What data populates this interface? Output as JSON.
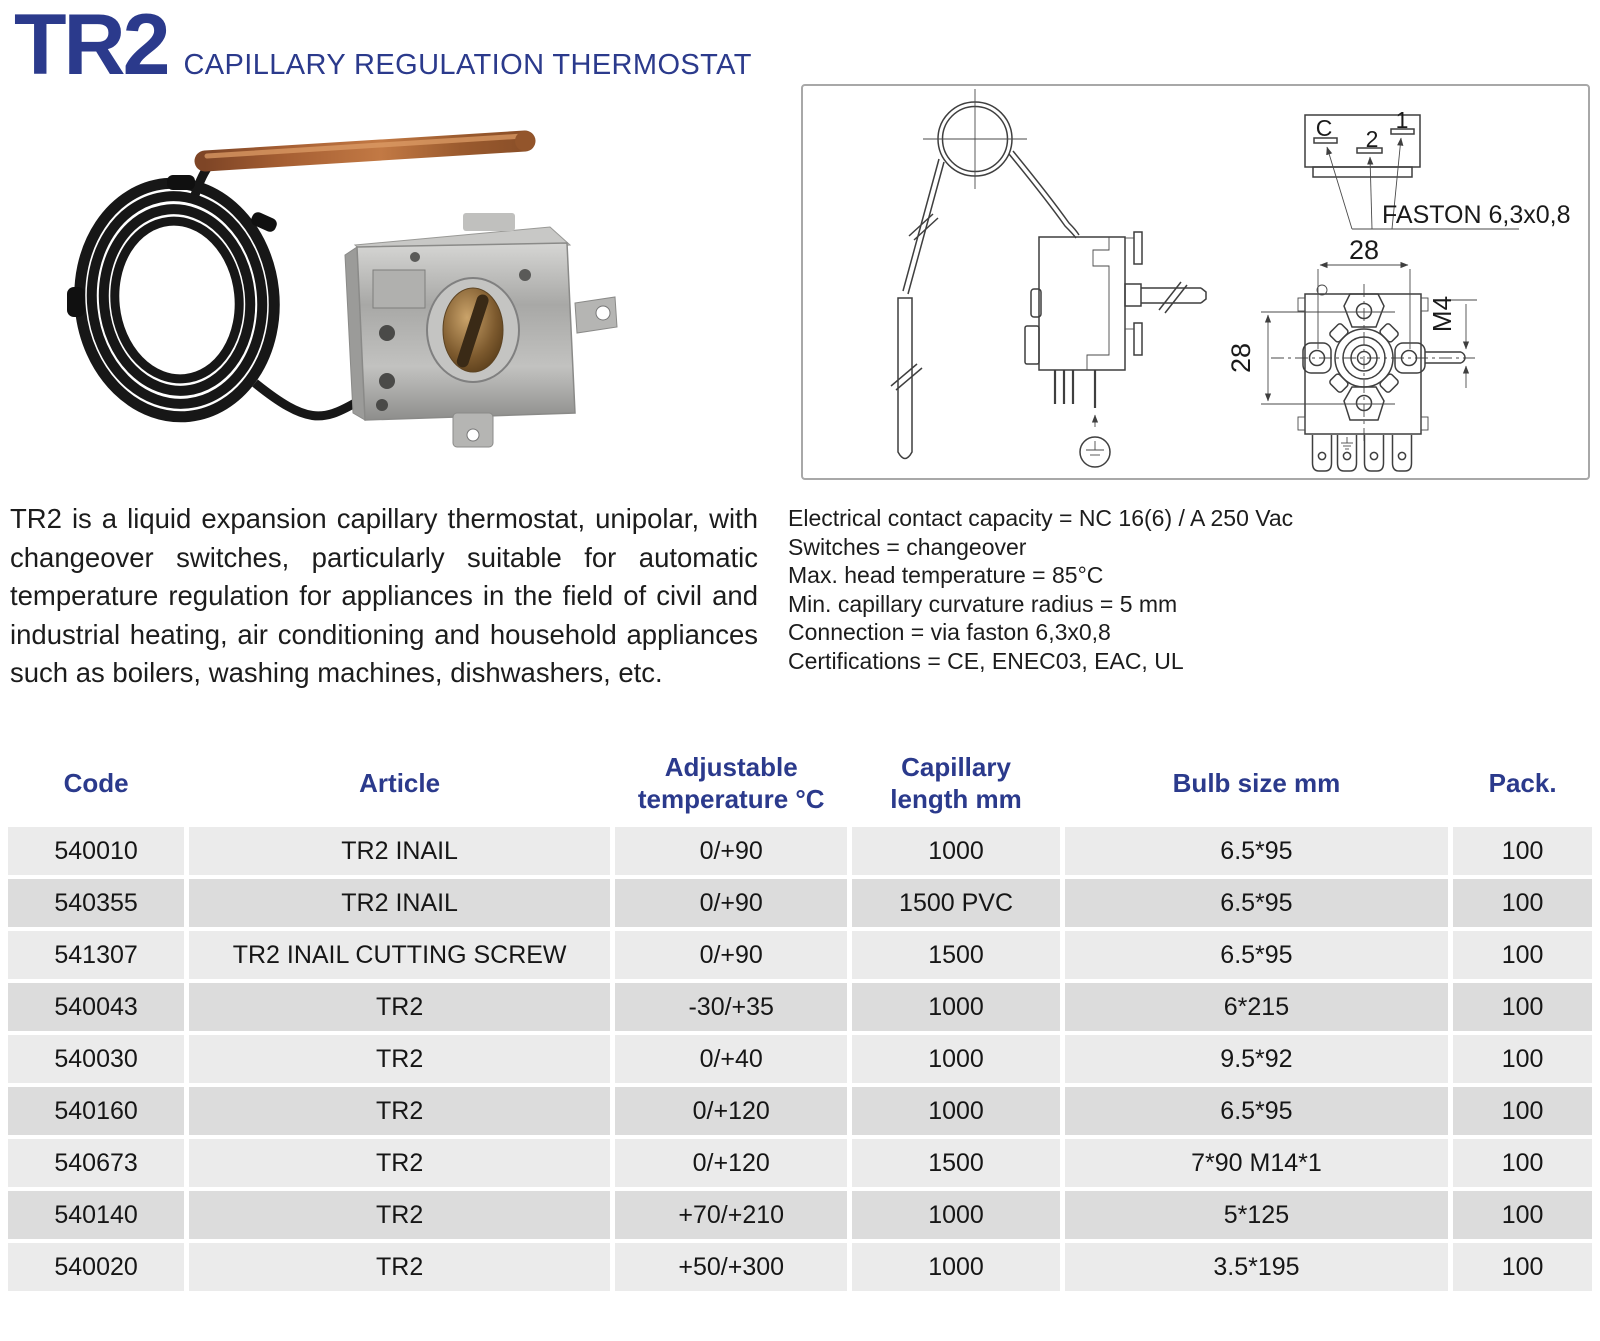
{
  "header": {
    "title": "TR2",
    "subtitle": "CAPILLARY REGULATION THERMOSTAT"
  },
  "description": "TR2 is a liquid expansion capillary thermostat, unipolar, with changeover switches, particularly suitable for automatic temperature regulation for appliances in the field of civil and industrial heating, air conditioning and household appliances such as boilers, washing machines, dishwashers, etc.",
  "specs": {
    "lines": [
      "Electrical contact capacity = NC 16(6) / A 250 Vac",
      "Switches = changeover",
      "Max. head temperature = 85°C",
      "Min. capillary curvature radius = 5 mm",
      "Connection = via faston 6,3x0,8",
      "Certifications = CE, ENEC03, EAC, UL"
    ]
  },
  "drawing": {
    "terminal_c": "C",
    "terminal_2": "2",
    "terminal_1": "1",
    "faston_label": "FASTON 6,3x0,8",
    "width_dim": "28",
    "height_dim": "28",
    "thread_label": "M4"
  },
  "table": {
    "columns": [
      "Code",
      "Article",
      "Adjustable\ntemperature °C",
      "Capillary\nlength mm",
      "Bulb size mm",
      "Pack."
    ],
    "rows": [
      [
        "540010",
        "TR2 INAIL",
        "0/+90",
        "1000",
        "6.5*95",
        "100"
      ],
      [
        "540355",
        "TR2 INAIL",
        "0/+90",
        "1500 PVC",
        "6.5*95",
        "100"
      ],
      [
        "541307",
        "TR2 INAIL CUTTING SCREW",
        "0/+90",
        "1500",
        "6.5*95",
        "100"
      ],
      [
        "540043",
        "TR2",
        "-30/+35",
        "1000",
        "6*215",
        "100"
      ],
      [
        "540030",
        "TR2",
        "0/+40",
        "1000",
        "9.5*92",
        "100"
      ],
      [
        "540160",
        "TR2",
        "0/+120",
        "1000",
        "6.5*95",
        "100"
      ],
      [
        "540673",
        "TR2",
        "0/+120",
        "1500",
        "7*90 M14*1",
        "100"
      ],
      [
        "540140",
        "TR2",
        "+70/+210",
        "1000",
        "5*125",
        "100"
      ],
      [
        "540020",
        "TR2",
        "+50/+300",
        "1000",
        "3.5*195",
        "100"
      ]
    ]
  },
  "colors": {
    "accent_navy": "#2b3a8c",
    "row_light": "#ebebeb",
    "row_dark": "#dcdcdc",
    "drawing_stroke": "#3f3f3f"
  }
}
